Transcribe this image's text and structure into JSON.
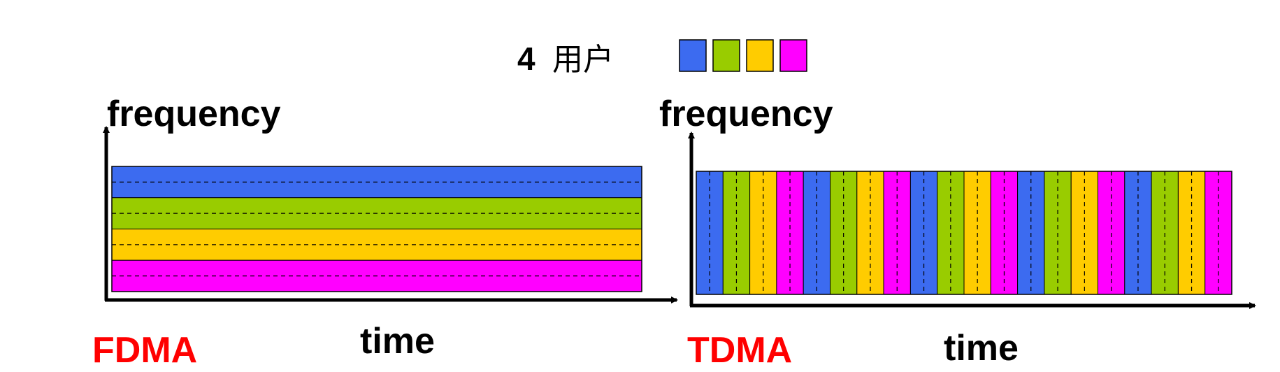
{
  "title": {
    "count": "4",
    "users_label": "用户"
  },
  "colors": {
    "blue": "#3C6BF0",
    "green": "#99CC00",
    "yellow": "#FFCC00",
    "magenta": "#FF00FF",
    "label_red": "#FF0000"
  },
  "user_swatches": [
    "blue",
    "green",
    "yellow",
    "magenta"
  ],
  "fdma": {
    "label": "FDMA",
    "y_axis_label": "frequency",
    "x_axis_label": "time",
    "bands": [
      "blue",
      "green",
      "yellow",
      "magenta"
    ]
  },
  "tdma": {
    "label": "TDMA",
    "y_axis_label": "frequency",
    "x_axis_label": "time",
    "slot_cycle": [
      "blue",
      "green",
      "yellow",
      "magenta"
    ],
    "slot_count": 20
  }
}
